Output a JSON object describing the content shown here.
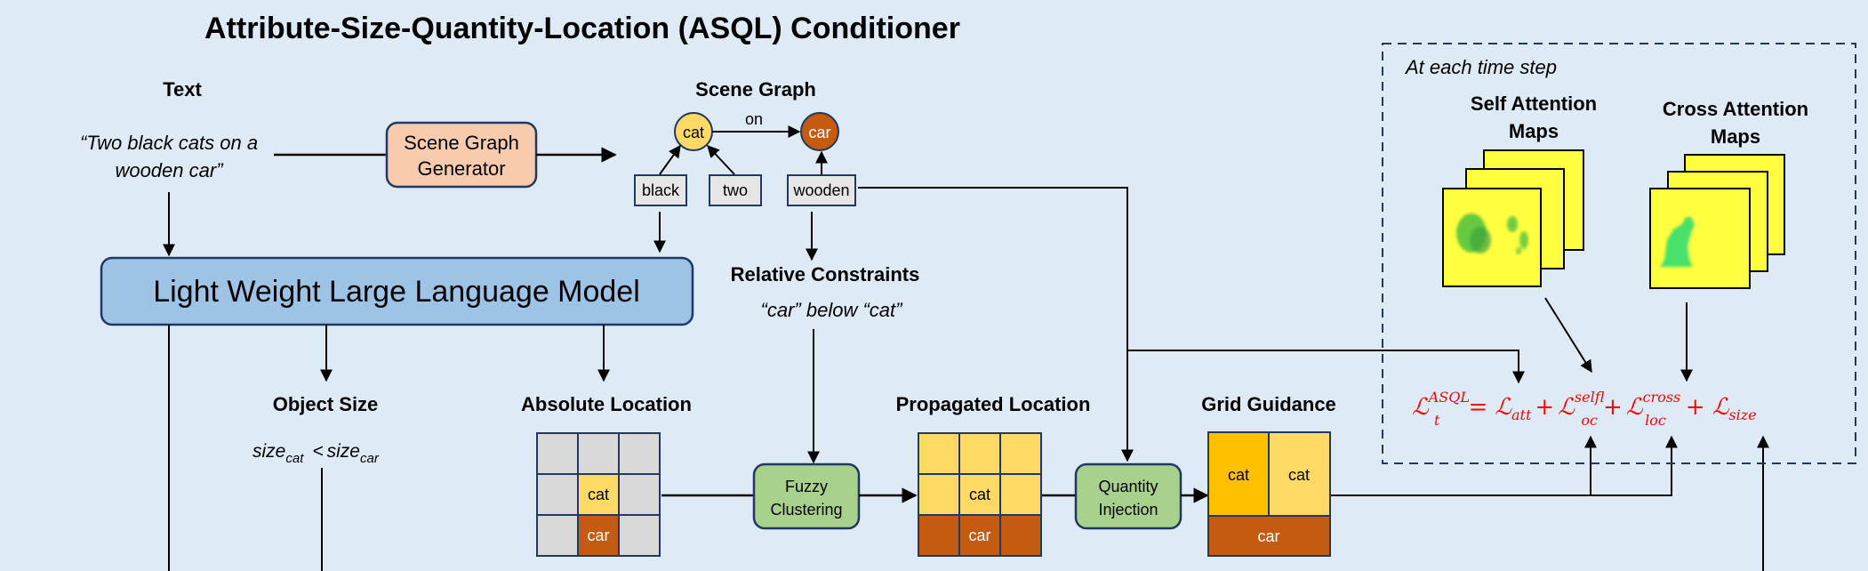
{
  "title": "Attribute-Size-Quantity-Location (ASQL) Conditioner",
  "text_section": {
    "label": "Text",
    "prompt_line1": "“Two black cats on a",
    "prompt_line2": "wooden car”"
  },
  "scene_graph_generator": {
    "line1": "Scene Graph",
    "line2": "Generator"
  },
  "scene_graph": {
    "label": "Scene Graph",
    "nodes": [
      {
        "label": "cat"
      },
      {
        "label": "car"
      }
    ],
    "edge_label": "on",
    "attributes": [
      {
        "label": "black"
      },
      {
        "label": "two"
      },
      {
        "label": "wooden"
      }
    ]
  },
  "llm": {
    "label": "Light Weight Large Language Model"
  },
  "relative_constraints": {
    "label": "Relative Constraints",
    "value": "“car” below “cat”"
  },
  "object_size": {
    "label": "Object Size",
    "size": "size",
    "sub_cat": "cat",
    "lt": "<",
    "sub_car": "car"
  },
  "absolute_location": {
    "label": "Absolute Location",
    "cells": [
      "",
      "",
      "",
      "",
      "cat",
      "",
      "",
      "car",
      ""
    ]
  },
  "fuzzy_clustering": {
    "line1": "Fuzzy",
    "line2": "Clustering"
  },
  "propagated_location": {
    "label": "Propagated Location",
    "cat": "cat",
    "car": "car"
  },
  "quantity_injection": {
    "line1": "Quantity",
    "line2": "Injection"
  },
  "grid_guidance": {
    "label": "Grid Guidance",
    "cat1": "cat",
    "cat2": "cat",
    "car": "car"
  },
  "timestep_box": {
    "label": "At each time step",
    "self_attention": {
      "line1": "Self Attention",
      "line2": "Maps"
    },
    "cross_attention": {
      "line1": "Cross Attention",
      "line2": "Maps"
    }
  },
  "loss": {
    "L": "ℒ",
    "t_sub": "t",
    "asql_sup": "ASQL",
    "eq": "=",
    "att_sub": "att",
    "plus": "+",
    "loc_sub": "loc",
    "self_sup": "self",
    "cross_sup": "cross",
    "size_sub": "size"
  },
  "colors": {
    "background": "#deebf7",
    "cat_yellow": "#ffd966",
    "car_orange": "#c55a11",
    "gray_cell": "#d9d9d9",
    "green_box": "#a9d18e",
    "llm_blue": "#9dc3e6",
    "generator_peach": "#f8cbad",
    "border_navy": "#1f3864",
    "loss_red": "#ff0000",
    "map_yellow": "#ffff40",
    "dark_yellow": "#ffc000"
  }
}
